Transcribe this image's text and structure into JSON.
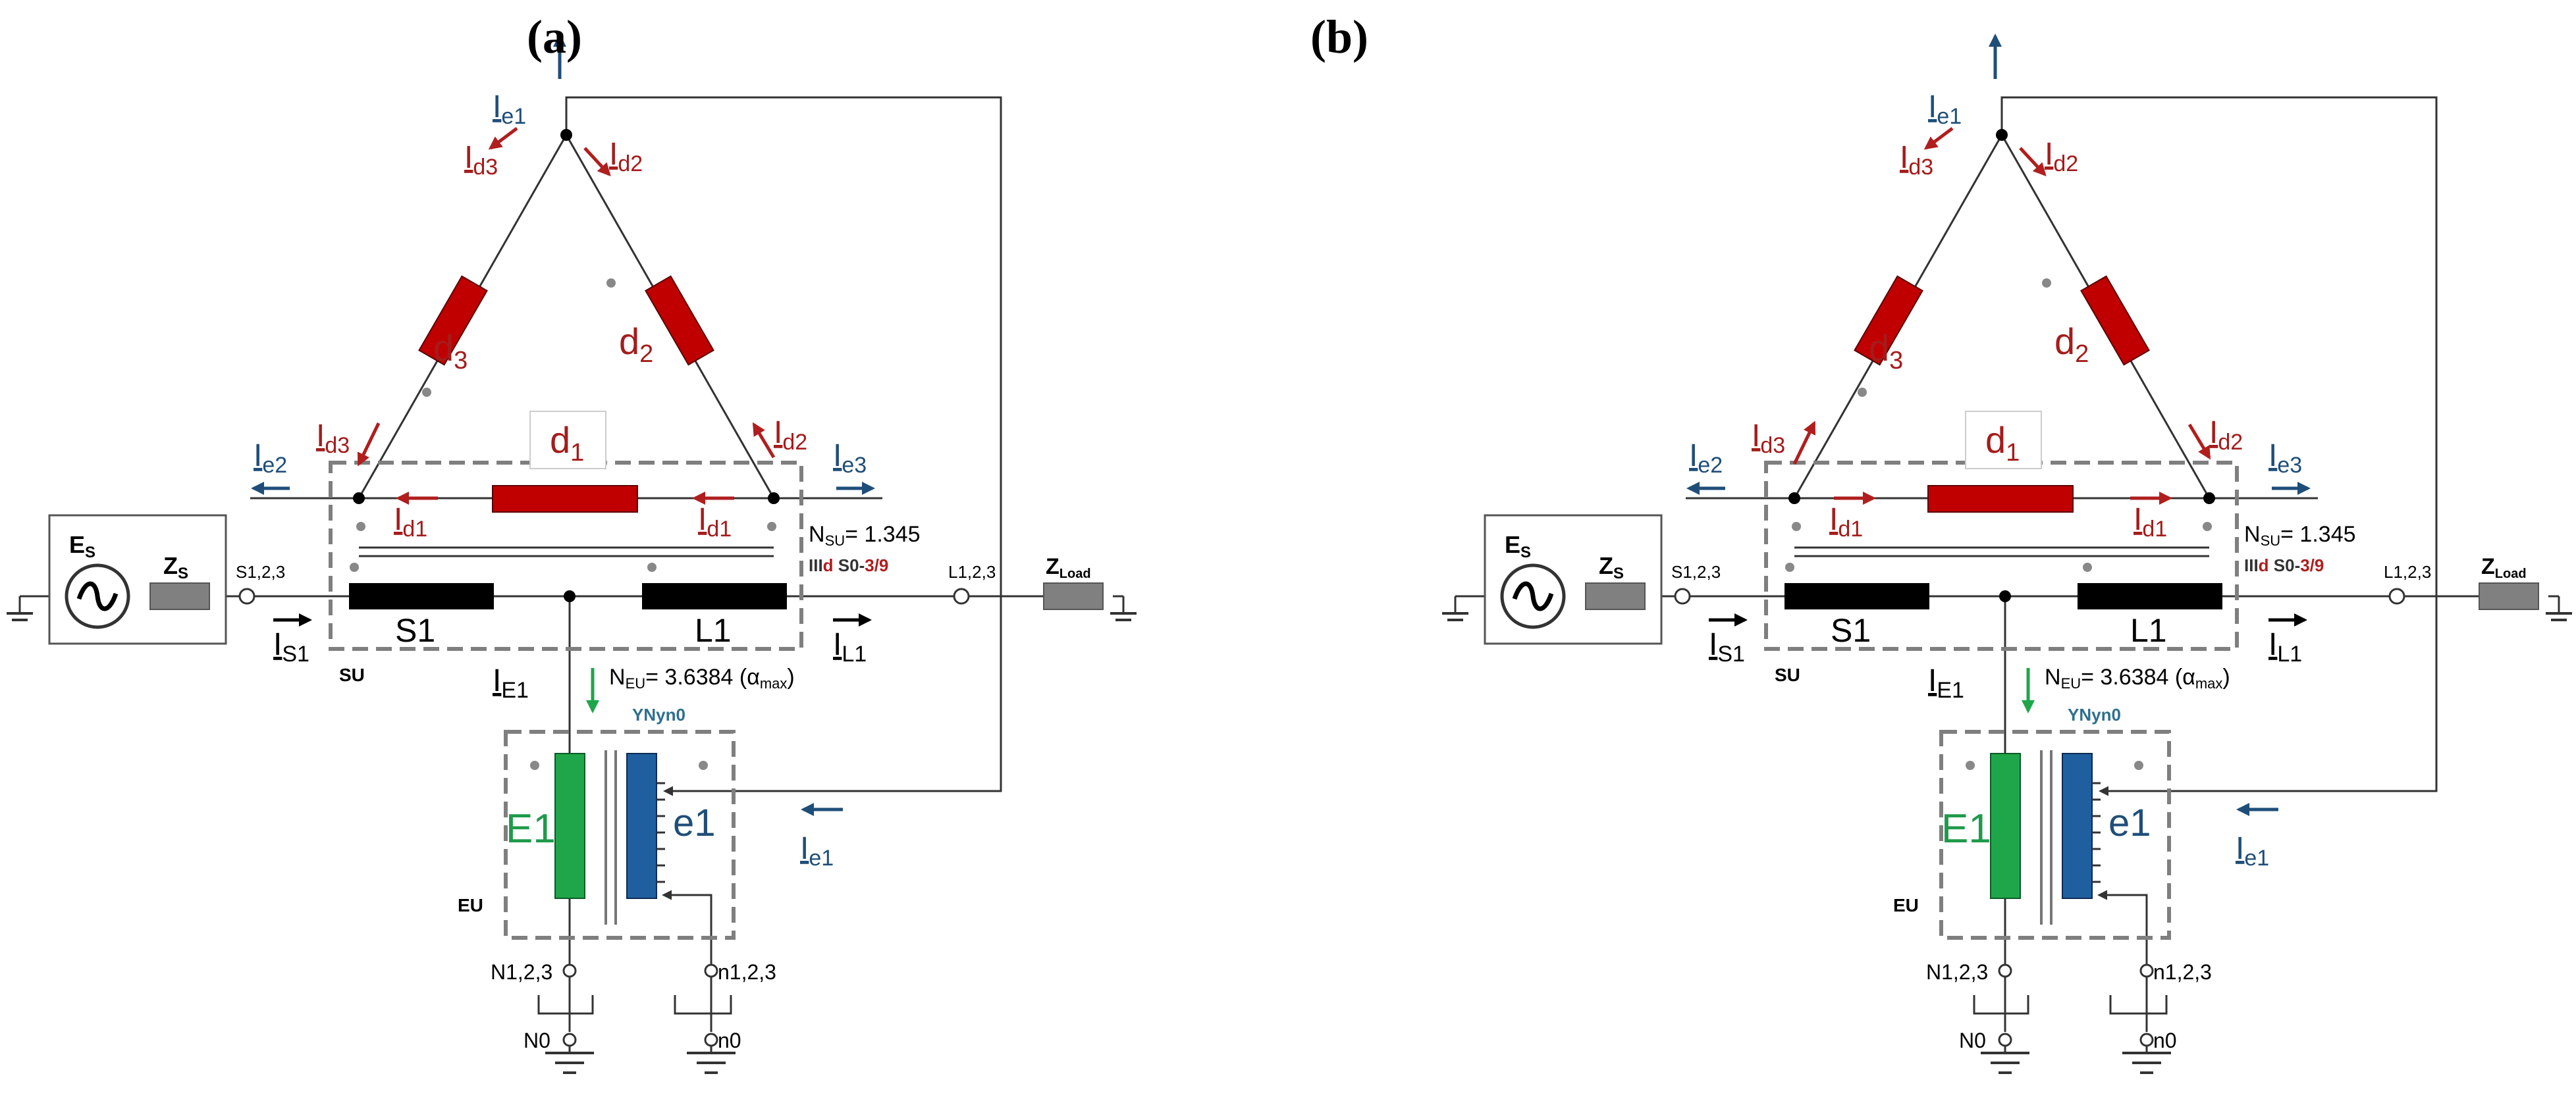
{
  "panels": [
    {
      "id": "a",
      "title": "(a)",
      "side_arrow_dir": "left",
      "labels": {
        "ie1_top": "I",
        "ie1_top_sub": "e1",
        "id3_top": "I",
        "id3_top_sub": "d3",
        "id2_top": "I",
        "id2_top_sub": "d2",
        "d3": "d",
        "d3_sub": "3",
        "d2": "d",
        "d2_sub": "2",
        "d1": "d",
        "d1_sub": "1",
        "ie2": "I",
        "ie2_sub": "e2",
        "ie3": "I",
        "ie3_sub": "e3",
        "id3_bot": "I",
        "id3_bot_sub": "d3",
        "id2_bot": "I",
        "id2_bot_sub": "d2",
        "id1_left": "I",
        "id1_left_sub": "d1",
        "id1_right": "I",
        "id1_right_sub": "d1",
        "nsu": "N",
        "nsu_sub": "SU",
        "nsu_val": "= 1.345",
        "iiid_a": "III",
        "iiid_b": "d",
        "iiid_c": " S0-",
        "iiid_d": "3/9",
        "es": "E",
        "es_sub": "S",
        "zs": "Z",
        "zs_sub": "S",
        "s123": "S1,2,3",
        "l123": "L1,2,3",
        "zload": "Z",
        "zload_sub": "Load",
        "s1": "S1",
        "l1": "L1",
        "is1": "I",
        "is1_sub": "S1",
        "il1": "I",
        "il1_sub": "L1",
        "su": "SU",
        "ie1_down": "I",
        "ie1_down_sub": "E1",
        "neu": "N",
        "neu_sub": "EU",
        "neu_val": "= 3.6384 (α",
        "neu_sub2": "max",
        "neu_close": ")",
        "ynyn0": "YNyn0",
        "e1_big": "E1",
        "e1_small": "e1",
        "ie1_right": "I",
        "ie1_right_sub": "e1",
        "eu": "EU",
        "n123": "N1,2,3",
        "n123_small": "n1,2,3",
        "n0": "N0",
        "n0_small": "n0"
      }
    },
    {
      "id": "b",
      "title": "(b)",
      "side_arrow_dir": "right",
      "labels": {
        "ie1_top": "I",
        "ie1_top_sub": "e1",
        "id3_top": "I",
        "id3_top_sub": "d3",
        "id2_top": "I",
        "id2_top_sub": "d2",
        "d3": "d",
        "d3_sub": "3",
        "d2": "d",
        "d2_sub": "2",
        "d1": "d",
        "d1_sub": "1",
        "ie2": "I",
        "ie2_sub": "e2",
        "ie3": "I",
        "ie3_sub": "e3",
        "id3_bot": "I",
        "id3_bot_sub": "d3",
        "id2_bot": "I",
        "id2_bot_sub": "d2",
        "id1_left": "I",
        "id1_left_sub": "d1",
        "id1_right": "I",
        "id1_right_sub": "d1",
        "nsu": "N",
        "nsu_sub": "SU",
        "nsu_val": "= 1.345",
        "iiid_a": "III",
        "iiid_b": "d",
        "iiid_c": " S0-",
        "iiid_d": "3/9",
        "es": "E",
        "es_sub": "S",
        "zs": "Z",
        "zs_sub": "S",
        "s123": "S1,2,3",
        "l123": "L1,2,3",
        "zload": "Z",
        "zload_sub": "Load",
        "s1": "S1",
        "l1": "L1",
        "is1": "I",
        "is1_sub": "S1",
        "il1": "I",
        "il1_sub": "L1",
        "su": "SU",
        "ie1_down": "I",
        "ie1_down_sub": "E1",
        "neu": "N",
        "neu_sub": "EU",
        "neu_val": "= 3.6384 (α",
        "neu_sub2": "max",
        "neu_close": ")",
        "ynyn0": "YNyn0",
        "e1_big": "E1",
        "e1_small": "e1",
        "ie1_right": "I",
        "ie1_right_sub": "e1",
        "eu": "EU",
        "n123": "N1,2,3",
        "n123_small": "n1,2,3",
        "n0": "N0",
        "n0_small": "n0"
      }
    }
  ],
  "colors": {
    "winding_red": "#c00000",
    "winding_green": "#1fa64a",
    "winding_blue": "#1f5f9f",
    "arrow_red": "#b01e1e",
    "arrow_blue": "#1f4e79",
    "arrow_green": "#1fa64a",
    "box_gray": "#7f7f7f",
    "impedance_gray": "#808080"
  }
}
